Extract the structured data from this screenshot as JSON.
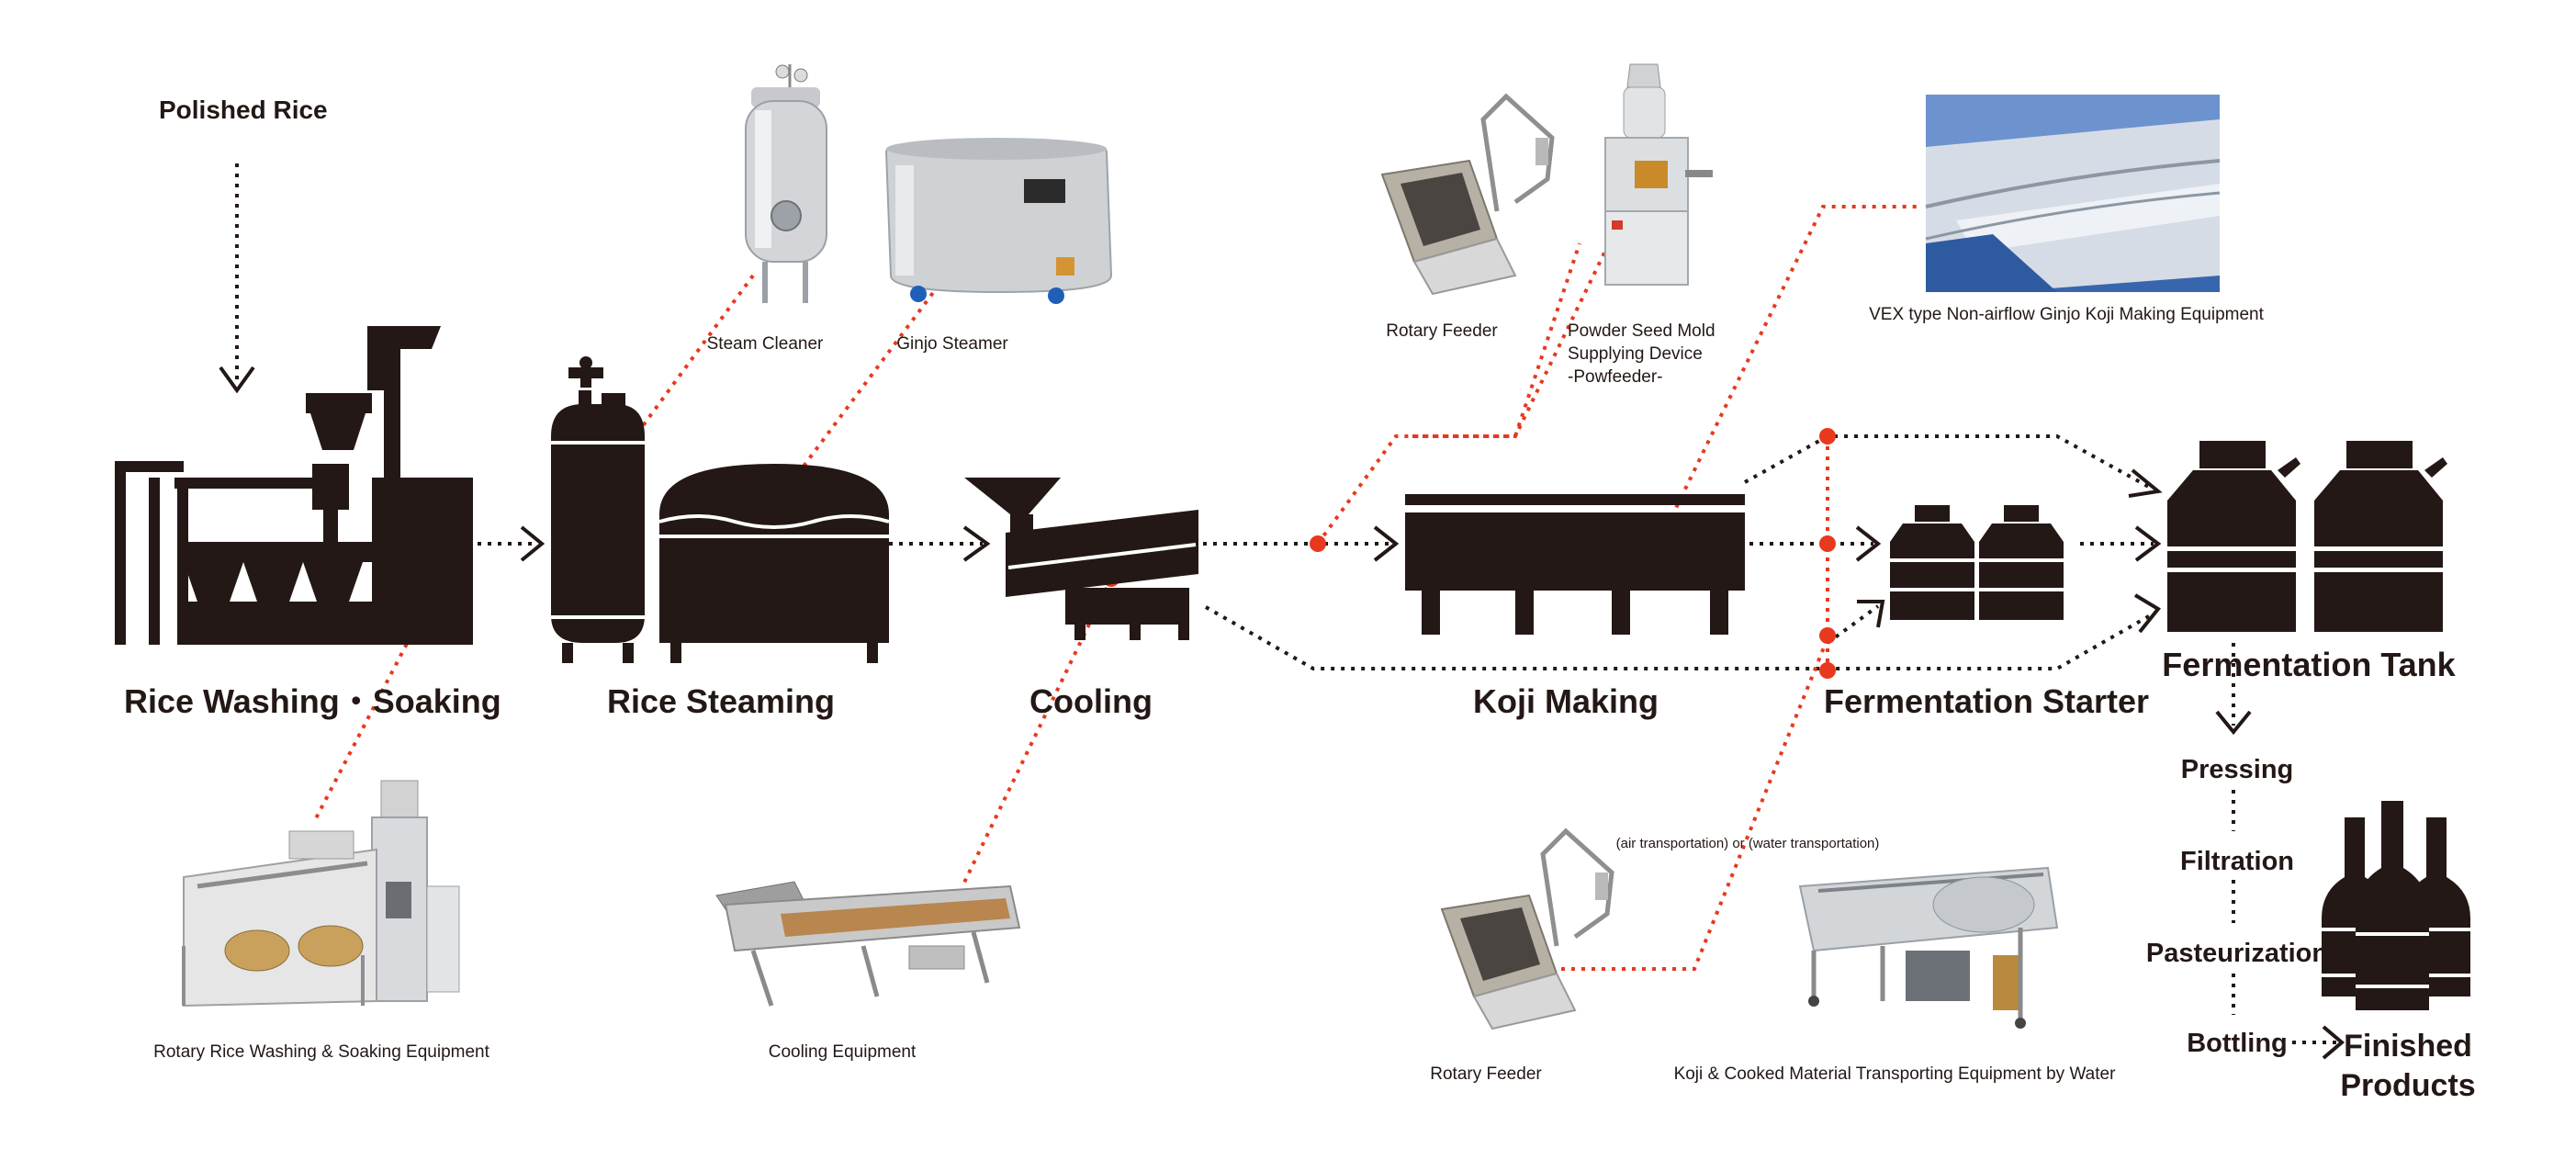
{
  "input": {
    "label": "Polished Rice"
  },
  "stages": {
    "washing": "Rice Washing・Soaking",
    "steaming": "Rice Steaming",
    "cooling": "Cooling",
    "koji": "Koji Making",
    "starter": "Fermentation Starter",
    "tank": "Fermentation Tank"
  },
  "equipment": {
    "steam_cleaner": "Steam Cleaner",
    "ginjo_steamer": "Ginjo Steamer",
    "rotary_feeder_top": "Rotary Feeder",
    "powfeeder_line1": "Powder Seed Mold",
    "powfeeder_line2": "Supplying Device",
    "powfeeder_line3": "-Powfeeder-",
    "vex": "VEX type Non-airflow Ginjo Koji Making Equipment",
    "washing_equipment": "Rotary Rice Washing & Soaking Equipment",
    "cooling_equipment": "Cooling Equipment",
    "rotary_feeder_bottom": "Rotary Feeder",
    "transport_equipment": "Koji & Cooked Material Transporting Equipment by Water",
    "transport_note": "(air transportation) or (water transportation)"
  },
  "post_steps": [
    "Pressing",
    "Filtration",
    "Pasteurization",
    "Bottling"
  ],
  "final": {
    "line1": "Finished",
    "line2": "Products"
  },
  "colors": {
    "ink": "#231815",
    "accent": "#e8381e",
    "photo_blue": "#3a6ab4"
  }
}
